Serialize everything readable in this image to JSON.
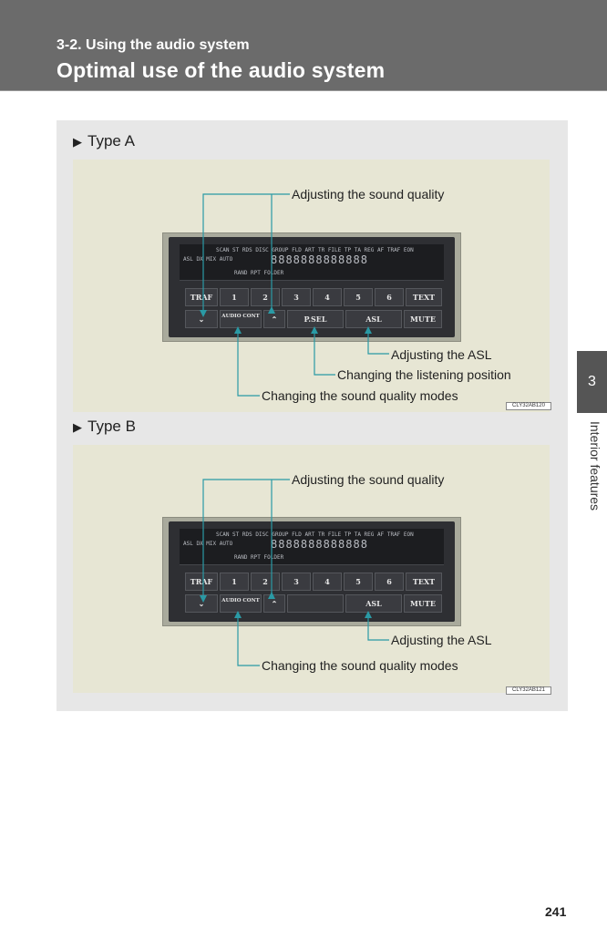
{
  "header": {
    "section": "3-2. Using the audio system",
    "title": "Optimal use of the audio system"
  },
  "side_tab": {
    "number": "3",
    "label": "Interior features"
  },
  "type_a": {
    "label": "Type A",
    "figure_code": "CLY32AB120",
    "callouts": {
      "sound_quality": "Adjusting the sound quality",
      "asl": "Adjusting the ASL",
      "listening_position": "Changing the listening position",
      "quality_modes": "Changing the sound quality modes"
    },
    "buttons_row1": [
      "TRAF",
      "1",
      "2",
      "3",
      "4",
      "5",
      "6",
      "TEXT"
    ],
    "buttons_row2": [
      "AUDIO CONT",
      "P.SEL",
      "ASL",
      "MUTE"
    ]
  },
  "type_b": {
    "label": "Type B",
    "figure_code": "CLY32AB121",
    "callouts": {
      "sound_quality": "Adjusting the sound quality",
      "asl": "Adjusting the ASL",
      "quality_modes": "Changing the sound quality modes"
    },
    "buttons_row1": [
      "TRAF",
      "1",
      "2",
      "3",
      "4",
      "5",
      "6",
      "TEXT"
    ],
    "buttons_row2": [
      "AUDIO CONT",
      "ASL",
      "MUTE"
    ]
  },
  "display": {
    "row1": "SCAN ST RDS DISC GROUP FLD ART TR FILE TP TA REG AF TRAF EON",
    "row2": "ASL DX MIX AUTO",
    "row3": "RAND RPT FOLDER",
    "digits": "8888888888888"
  },
  "page_number": "241",
  "colors": {
    "header": "#6b6b6b",
    "panel": "#e7e7e7",
    "figure_bg": "#e7e6d4",
    "callout_line": "#2a9aa5"
  }
}
